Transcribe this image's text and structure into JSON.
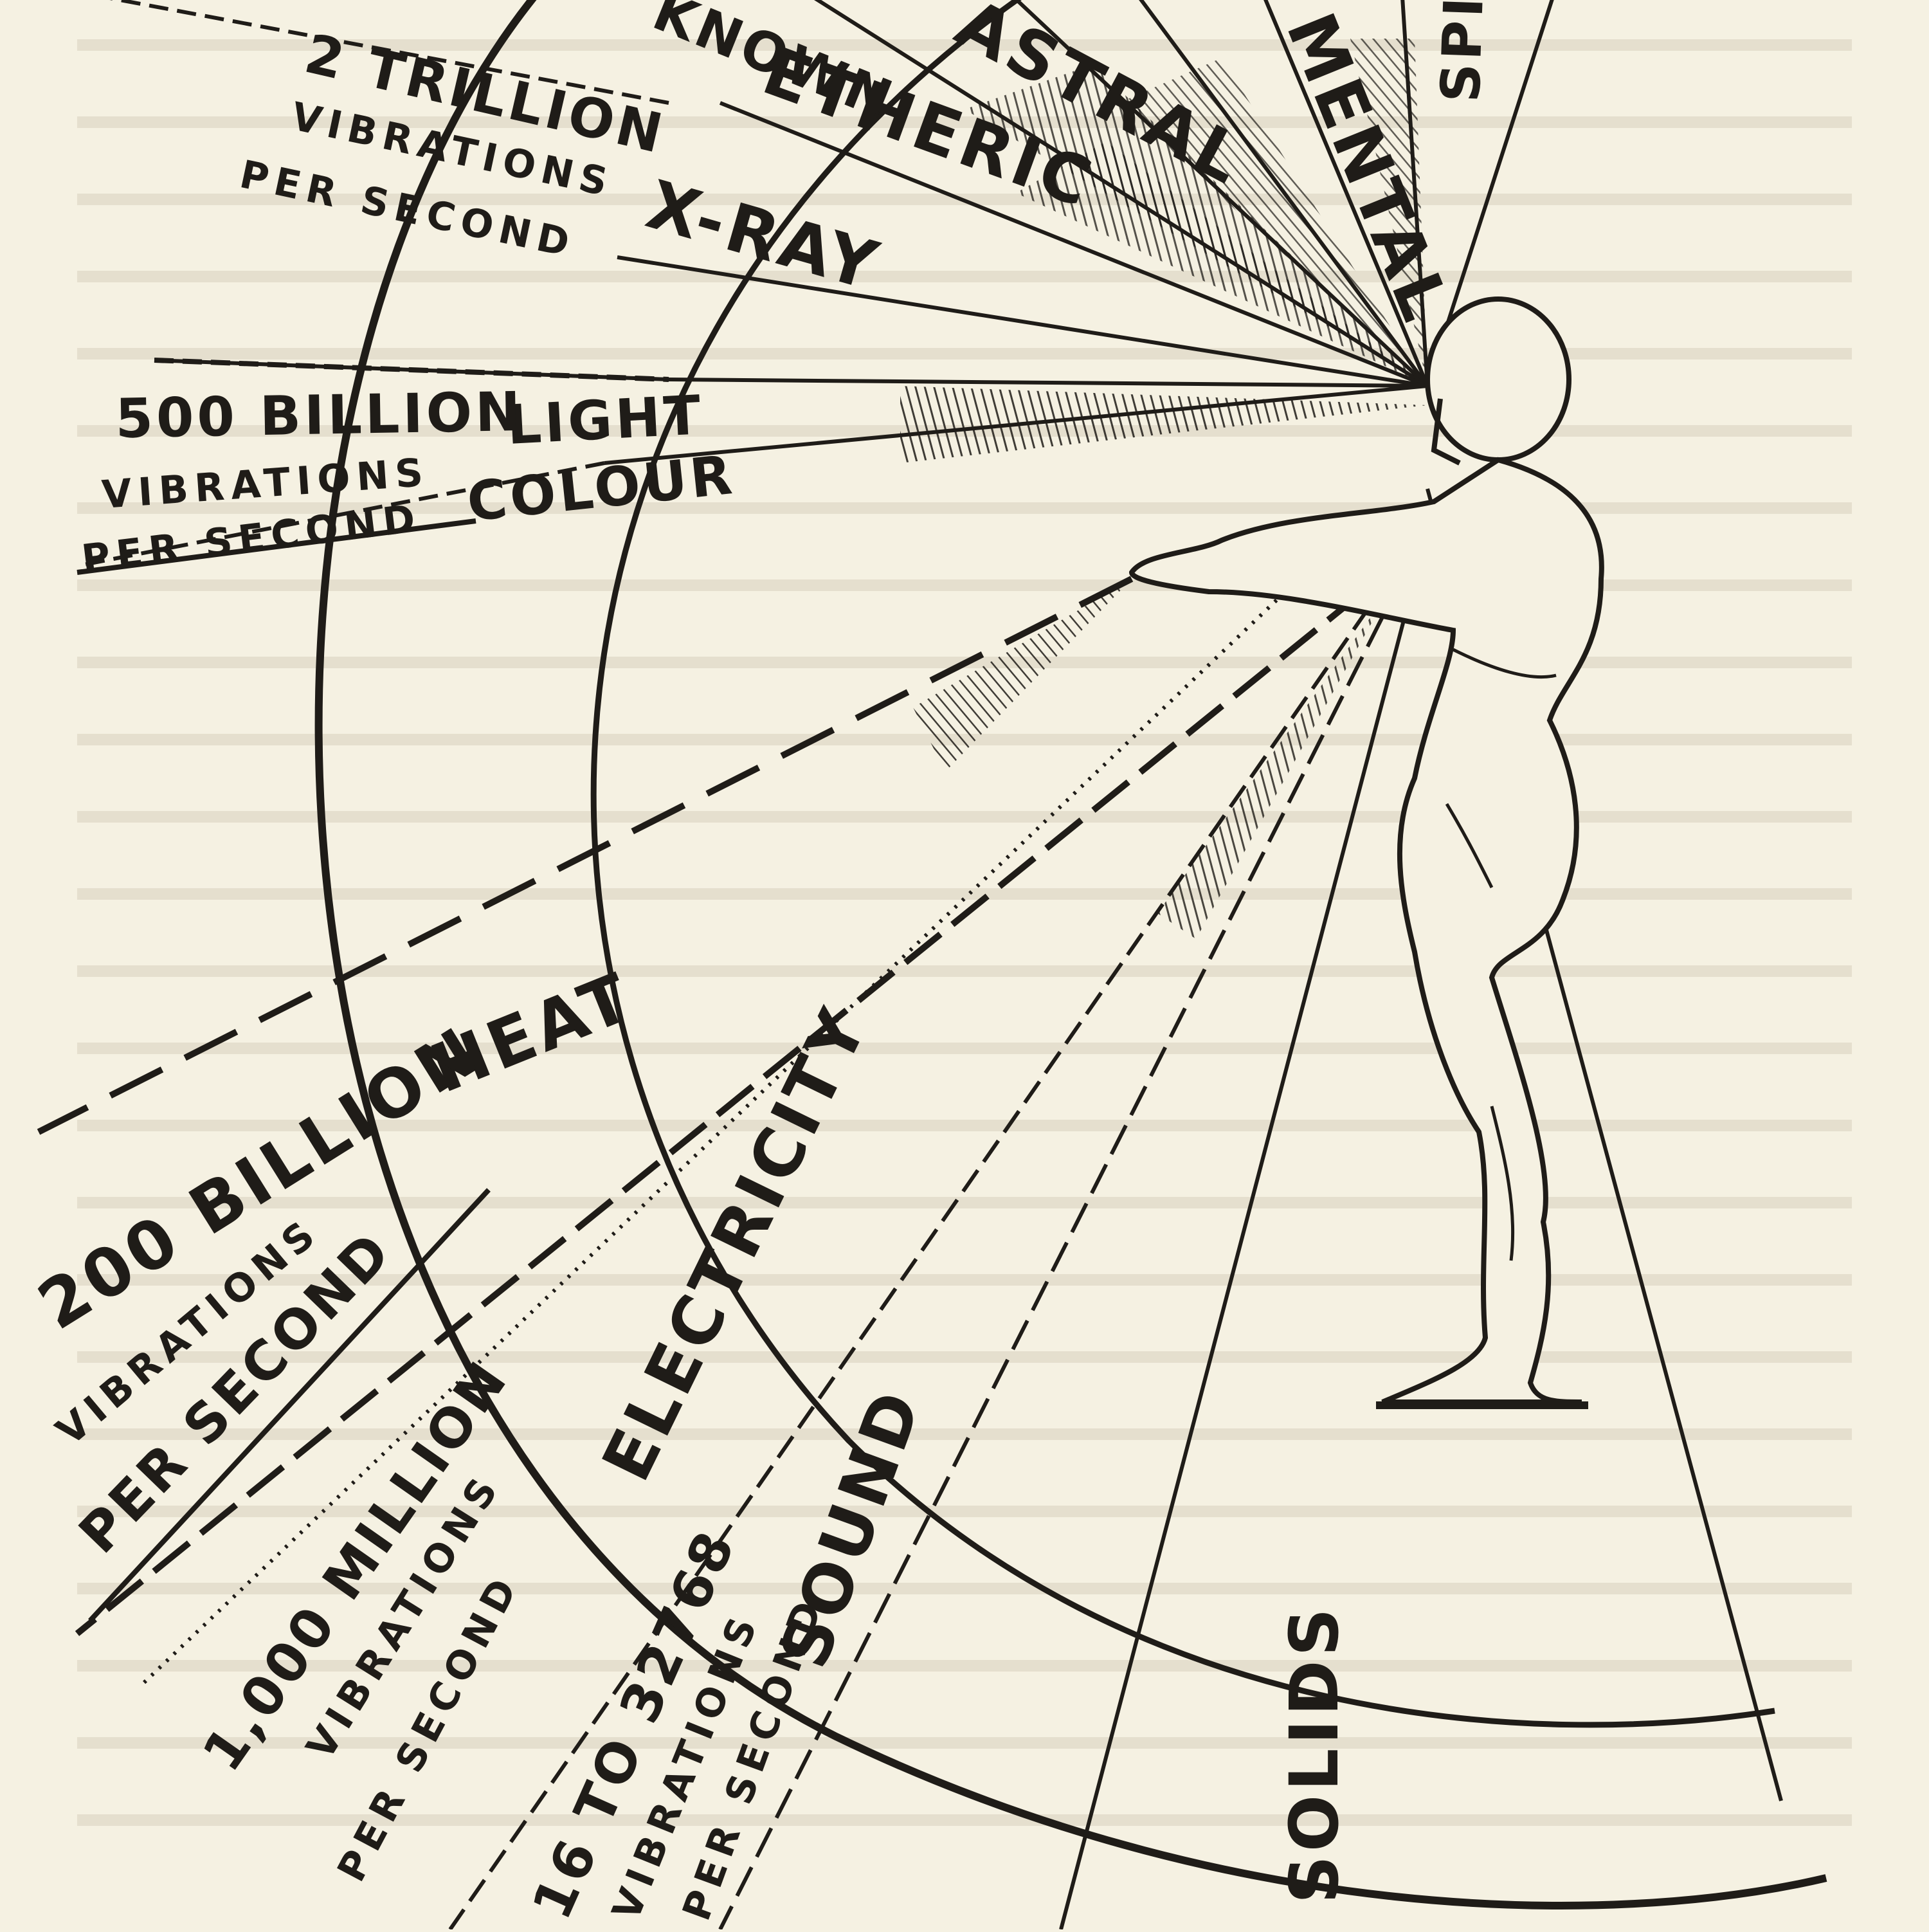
{
  "title": "",
  "labels": {
    "known": "KNOWN",
    "astral": "ASTRAL",
    "mental": "MENTAL",
    "spiritual": "SPIRITUAL",
    "etheric": "ETHERIC",
    "x_ray": "X-RAY",
    "light": "LIGHT",
    "colour": "COLOUR",
    "heat": "HEAT",
    "electricity": "ELECTRICITY",
    "sound": "SOUND",
    "solids": "SOLIDS"
  },
  "frequencies": {
    "trillion": {
      "value": "2 TRILLION",
      "line2": "VIBRATIONS",
      "line3": "PER SECOND"
    },
    "light": {
      "value": "500 BILLION",
      "line2": "VIBRATIONS",
      "line3": "PER SECOND"
    },
    "heat": {
      "value": "200 BILLION",
      "line2": "VIBRATIONS",
      "line3": "PER SECOND"
    },
    "electricity": {
      "value": "1,000 MILLION",
      "line2": "VIBRATIONS",
      "line3": "PER SECOND"
    },
    "sound": {
      "value": "16 TO 32768",
      "line2": "VIBRATIONS",
      "line3": "PER SECOND"
    }
  }
}
